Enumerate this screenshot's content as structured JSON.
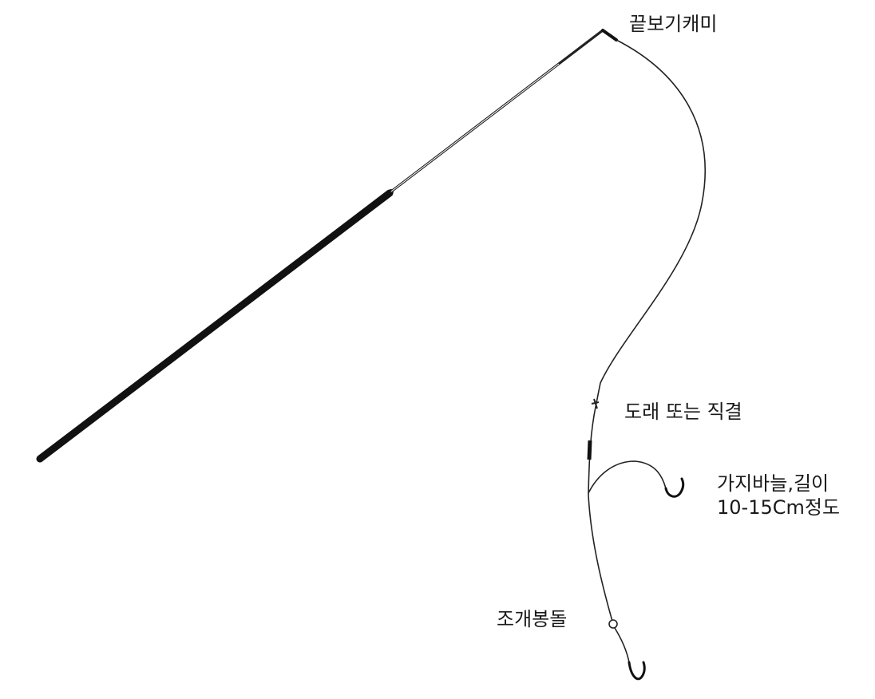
{
  "labels": {
    "tip_label": "끝보기캐미",
    "swivel_label": "도래 또는 직결",
    "branch_line_line1": "가지바늘,길이",
    "branch_line_line2": "10-15Cm정도",
    "sinker_label": "조개봉돌"
  },
  "colors": {
    "line": "#222222",
    "rod": "#111111",
    "background": "#ffffff"
  }
}
